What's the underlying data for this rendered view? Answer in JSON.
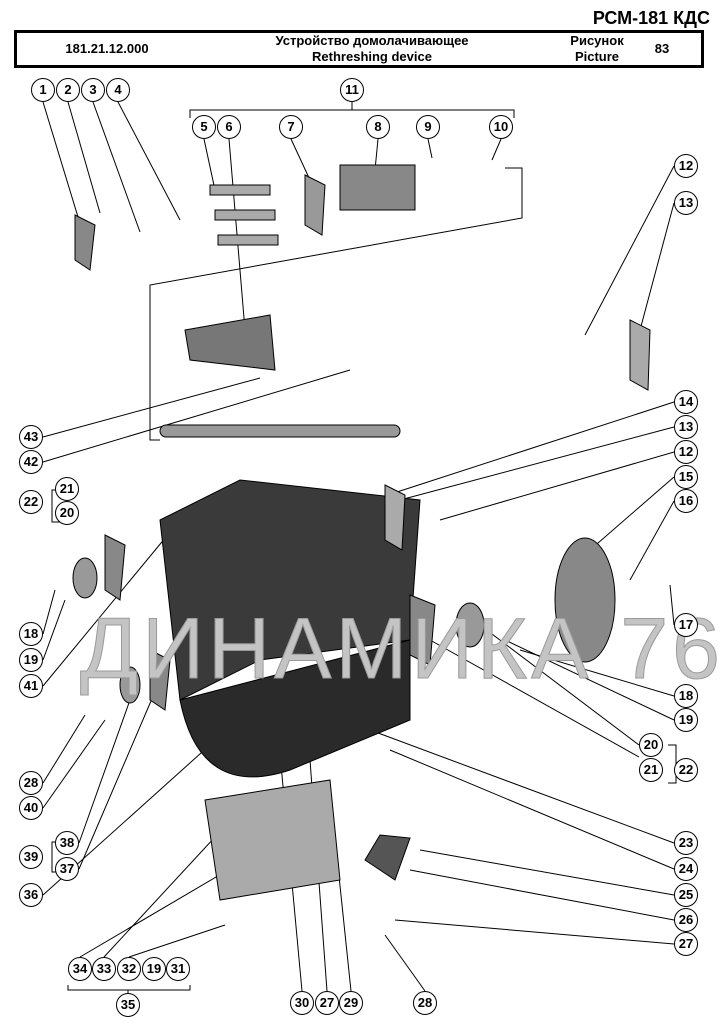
{
  "header": {
    "model": "РСМ-181 КДС",
    "part_number": "181.21.12.000",
    "title_ru": "Устройство домолачивающее",
    "title_en": "Rethreshing device",
    "picture_ru": "Рисунок",
    "picture_en": "Picture",
    "picture_number": "83"
  },
  "watermark": "ДИНАМИКА 76",
  "callouts": [
    "1",
    "2",
    "3",
    "4",
    "11",
    "5",
    "6",
    "7",
    "8",
    "9",
    "10",
    "12",
    "13",
    "43",
    "42",
    "14",
    "13",
    "12",
    "15",
    "16",
    "22",
    "21",
    "20",
    "17",
    "18",
    "19",
    "41",
    "18",
    "19",
    "20",
    "21",
    "22",
    "28",
    "40",
    "23",
    "24",
    "38",
    "37",
    "39",
    "36",
    "25",
    "26",
    "27",
    "34",
    "33",
    "32",
    "19",
    "31",
    "35",
    "28",
    "30",
    "27",
    "29"
  ]
}
